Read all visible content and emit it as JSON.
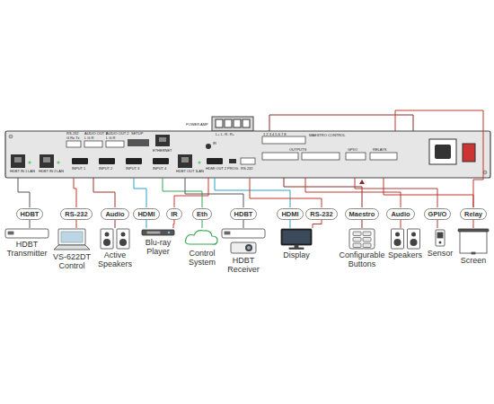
{
  "diagram": {
    "nodes": [
      {
        "text": [
          "HDBT"
        ]
      },
      {
        "text": [
          "RS-232"
        ]
      },
      {
        "text": [
          "Audio"
        ]
      },
      {
        "text": [
          "HDMI"
        ]
      },
      {
        "text": [
          "IR"
        ]
      },
      {
        "text": [
          "Eth"
        ]
      },
      {
        "text": [
          "HDBT"
        ]
      },
      {
        "text": [
          "HDMI"
        ]
      },
      {
        "text": [
          "RS-232"
        ]
      },
      {
        "text": [
          "Maestro"
        ]
      },
      {
        "text": [
          "Audio"
        ]
      },
      {
        "text": [
          "GPI/O"
        ]
      },
      {
        "text": [
          "Relay"
        ]
      },
      {
        "text": [
          "HDBT Transmitter"
        ]
      },
      {
        "text": [
          "VS-622DT Control"
        ]
      },
      {
        "text": [
          "Active Speakers"
        ]
      },
      {
        "text": [
          "Blu-ray Player"
        ]
      },
      {
        "text": [
          "Control System"
        ]
      },
      {
        "text": [
          "HDBT Receiver"
        ]
      },
      {
        "text": [
          "Display"
        ]
      },
      {
        "text": [
          "Configurable Buttons"
        ]
      },
      {
        "text": [
          "Speakers"
        ]
      },
      {
        "text": [
          "Sensor"
        ]
      },
      {
        "text": [
          "Screen"
        ]
      }
    ],
    "edges": [
      {
        "from": 0,
        "to": 13,
        "arrow": "none"
      },
      {
        "from": 1,
        "to": 14,
        "arrow": "none"
      },
      {
        "from": 2,
        "to": 15,
        "arrow": "none"
      },
      {
        "from": 3,
        "to": 16,
        "arrow": "none"
      },
      {
        "from": 4,
        "to": 16,
        "arrow": "none"
      },
      {
        "from": 5,
        "to": 17,
        "arrow": "none"
      },
      {
        "from": 6,
        "to": 18,
        "arrow": "none"
      },
      {
        "from": 7,
        "to": 19,
        "arrow": "none"
      },
      {
        "from": 8,
        "to": 19,
        "arrow": "none"
      },
      {
        "from": 9,
        "to": 20,
        "arrow": "none"
      },
      {
        "from": 10,
        "to": 21,
        "arrow": "none"
      },
      {
        "from": 11,
        "to": 22,
        "arrow": "none"
      },
      {
        "from": 12,
        "to": 23,
        "arrow": "none"
      }
    ],
    "labels": [
      "HDBT IN 1",
      "LAN",
      "HDBT IN 2",
      "LAN",
      "RS-232",
      "G Rx Tx",
      "AUDIO OUT 1",
      "L G R",
      "AUDIO OUT 2",
      "L G R",
      "SETUP",
      "ETHERNET",
      "INPUT 1",
      "INPUT 2",
      "INPUT 3",
      "INPUT 4",
      "HDBT OUT 1",
      "LAN",
      "HDMI OUT 2",
      "PROG.",
      "RS-232",
      "POWER AMP",
      "L+ L- R- R+",
      "IR",
      "1 2 3 4 5 6 7 8",
      "MAESTRO CONTROL",
      "OUTPUTS",
      "GPI/O",
      "RELAYS"
    ]
  }
}
